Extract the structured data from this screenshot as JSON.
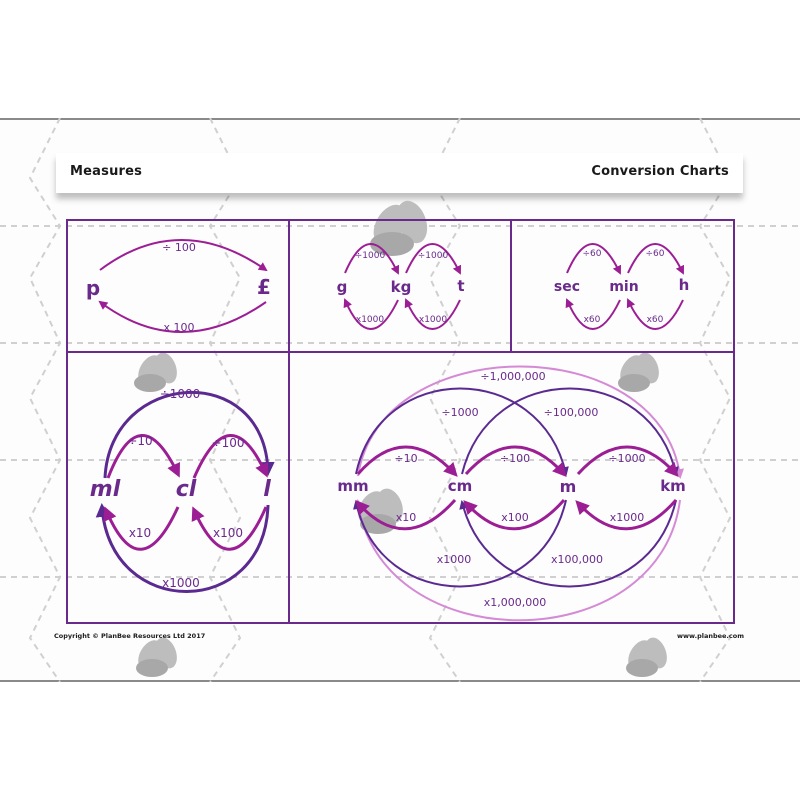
{
  "colors": {
    "frame": "#6a2a8c",
    "arrow_magenta": "#9c1e94",
    "arrow_dark": "#5a2a90",
    "arrow_light": "#d58ad6",
    "label_text": "#6a2a8c",
    "pattern": "#cfcfcf"
  },
  "header": {
    "left_title": "Measures",
    "right_title": "Conversion Charts"
  },
  "footer": {
    "copyright": "Copyright © PlanBee Resources Ltd 2017",
    "website": "www.planbee.com"
  },
  "money": {
    "units": [
      "p",
      "£"
    ],
    "divide_label": "÷ 100",
    "multiply_label": "x 100"
  },
  "mass": {
    "units": [
      "g",
      "kg",
      "t"
    ],
    "divide_labels": [
      "÷1000",
      "÷1000"
    ],
    "multiply_labels": [
      "x1000",
      "x1000"
    ]
  },
  "time": {
    "units": [
      "sec",
      "min",
      "h"
    ],
    "divide_labels": [
      "÷60",
      "÷60"
    ],
    "multiply_labels": [
      "x60",
      "x60"
    ]
  },
  "capacity": {
    "units": [
      "ml",
      "cl",
      "l"
    ],
    "divide_labels": [
      "÷10",
      "÷100"
    ],
    "multiply_labels": [
      "x10",
      "x100"
    ],
    "outer_divide": "÷1000",
    "outer_multiply": "x1000"
  },
  "length": {
    "units": [
      "mm",
      "cm",
      "m",
      "km"
    ],
    "divide_labels": [
      "÷10",
      "÷100",
      "÷1000"
    ],
    "multiply_labels": [
      "x10",
      "x100",
      "x1000"
    ],
    "mid_divide_labels": [
      "÷1000",
      "÷100,000"
    ],
    "mid_multiply_labels": [
      "x1000",
      "x100,000"
    ],
    "outer_divide": "÷1,000,000",
    "outer_multiply": "x1,000,000"
  }
}
